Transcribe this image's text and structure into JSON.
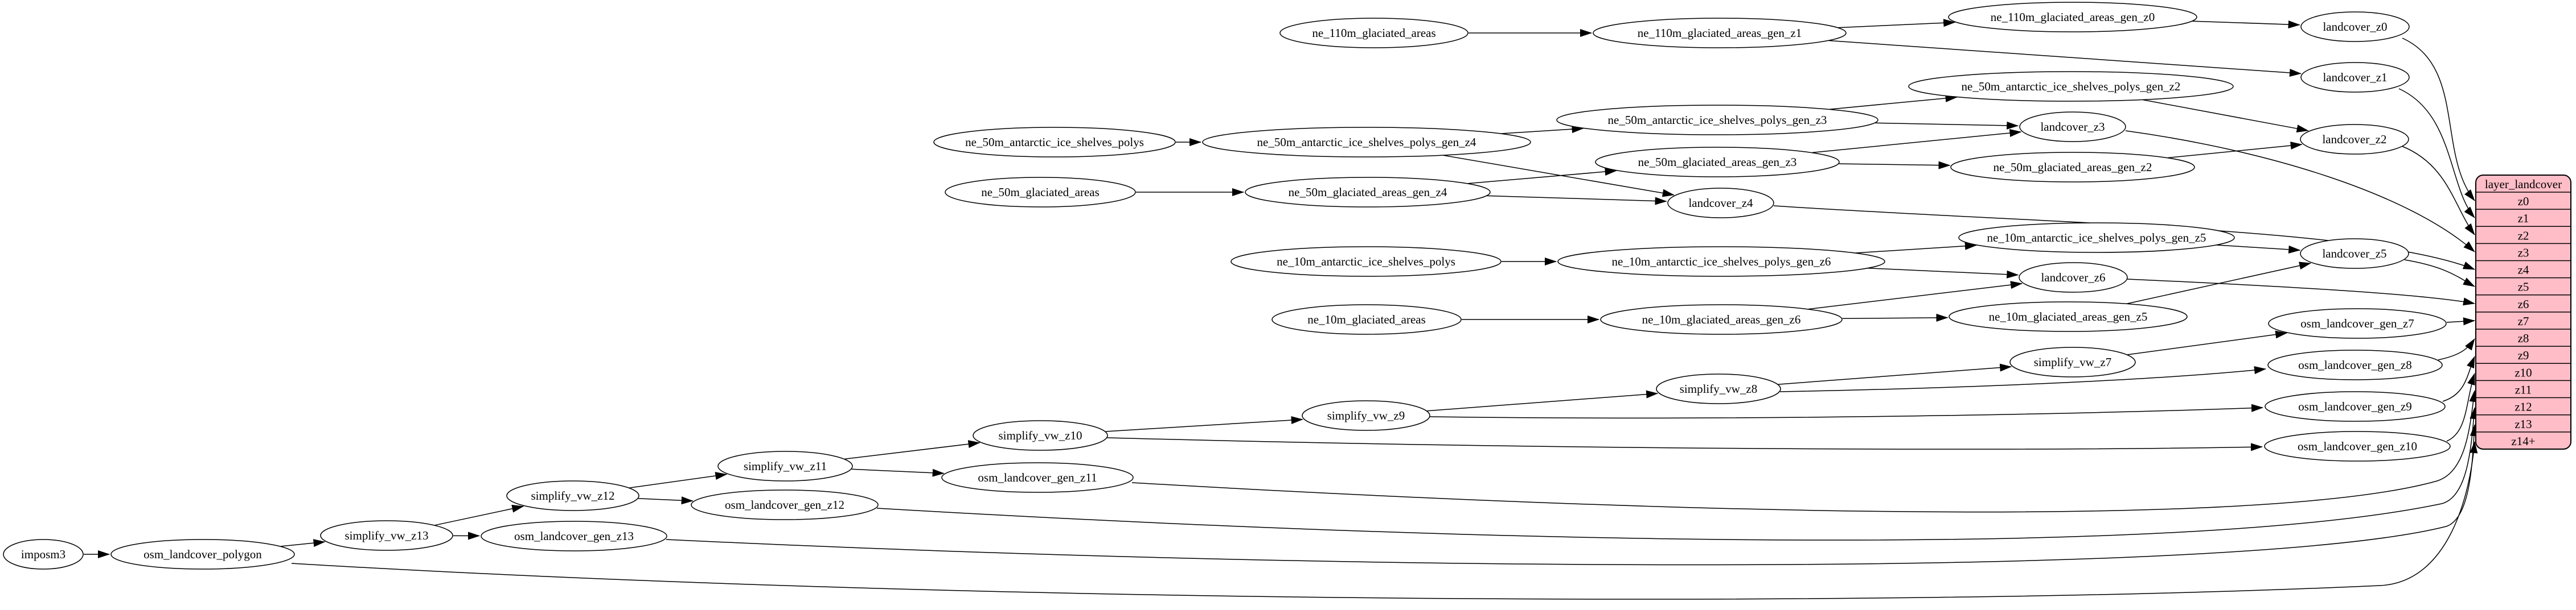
{
  "diagram": {
    "background_color": "#ffffff",
    "node_fill": "#ffffff",
    "node_stroke": "#000000",
    "edge_color": "#000000",
    "table_fill": "#ffbdc7"
  },
  "nodes": {
    "imposm3": "imposm3",
    "osm_landcover_polygon": "osm_landcover_polygon",
    "simplify_vw_z13": "simplify_vw_z13",
    "osm_landcover_gen_z13": "osm_landcover_gen_z13",
    "simplify_vw_z12": "simplify_vw_z12",
    "osm_landcover_gen_z12": "osm_landcover_gen_z12",
    "simplify_vw_z11": "simplify_vw_z11",
    "osm_landcover_gen_z11": "osm_landcover_gen_z11",
    "simplify_vw_z10": "simplify_vw_z10",
    "simplify_vw_z9": "simplify_vw_z9",
    "simplify_vw_z8": "simplify_vw_z8",
    "simplify_vw_z7": "simplify_vw_z7",
    "osm_landcover_gen_z7": "osm_landcover_gen_z7",
    "osm_landcover_gen_z8": "osm_landcover_gen_z8",
    "osm_landcover_gen_z9": "osm_landcover_gen_z9",
    "osm_landcover_gen_z10": "osm_landcover_gen_z10",
    "ne_110m_glaciated_areas": "ne_110m_glaciated_areas",
    "ne_110m_glaciated_areas_gen_z1": "ne_110m_glaciated_areas_gen_z1",
    "ne_110m_glaciated_areas_gen_z0": "ne_110m_glaciated_areas_gen_z0",
    "landcover_z0": "landcover_z0",
    "landcover_z1": "landcover_z1",
    "landcover_z2": "landcover_z2",
    "landcover_z3": "landcover_z3",
    "landcover_z4": "landcover_z4",
    "landcover_z5": "landcover_z5",
    "landcover_z6": "landcover_z6",
    "ne_50m_antarctic_ice_shelves_polys": "ne_50m_antarctic_ice_shelves_polys",
    "ne_50m_antarctic_ice_shelves_polys_gen_z4": "ne_50m_antarctic_ice_shelves_polys_gen_z4",
    "ne_50m_antarctic_ice_shelves_polys_gen_z3": "ne_50m_antarctic_ice_shelves_polys_gen_z3",
    "ne_50m_antarctic_ice_shelves_polys_gen_z2": "ne_50m_antarctic_ice_shelves_polys_gen_z2",
    "ne_50m_glaciated_areas": "ne_50m_glaciated_areas",
    "ne_50m_glaciated_areas_gen_z4": "ne_50m_glaciated_areas_gen_z4",
    "ne_50m_glaciated_areas_gen_z3": "ne_50m_glaciated_areas_gen_z3",
    "ne_50m_glaciated_areas_gen_z2": "ne_50m_glaciated_areas_gen_z2",
    "ne_10m_antarctic_ice_shelves_polys": "ne_10m_antarctic_ice_shelves_polys",
    "ne_10m_antarctic_ice_shelves_polys_gen_z6": "ne_10m_antarctic_ice_shelves_polys_gen_z6",
    "ne_10m_antarctic_ice_shelves_polys_gen_z5": "ne_10m_antarctic_ice_shelves_polys_gen_z5",
    "ne_10m_glaciated_areas": "ne_10m_glaciated_areas",
    "ne_10m_glaciated_areas_gen_z6": "ne_10m_glaciated_areas_gen_z6",
    "ne_10m_glaciated_areas_gen_z5": "ne_10m_glaciated_areas_gen_z5"
  },
  "table": {
    "title": "layer_landcover",
    "rows": [
      "z0",
      "z1",
      "z2",
      "z3",
      "z4",
      "z5",
      "z6",
      "z7",
      "z8",
      "z9",
      "z10",
      "z11",
      "z12",
      "z13",
      "z14+"
    ]
  },
  "edges": [
    [
      "imposm3",
      "osm_landcover_polygon"
    ],
    [
      "osm_landcover_polygon",
      "simplify_vw_z13"
    ],
    [
      "osm_landcover_polygon",
      "table:z14+"
    ],
    [
      "simplify_vw_z13",
      "simplify_vw_z12"
    ],
    [
      "simplify_vw_z13",
      "osm_landcover_gen_z13"
    ],
    [
      "osm_landcover_gen_z13",
      "table:z13"
    ],
    [
      "simplify_vw_z12",
      "simplify_vw_z11"
    ],
    [
      "simplify_vw_z12",
      "osm_landcover_gen_z12"
    ],
    [
      "osm_landcover_gen_z12",
      "table:z12"
    ],
    [
      "simplify_vw_z11",
      "simplify_vw_z10"
    ],
    [
      "simplify_vw_z11",
      "osm_landcover_gen_z11"
    ],
    [
      "osm_landcover_gen_z11",
      "table:z11"
    ],
    [
      "simplify_vw_z10",
      "simplify_vw_z9"
    ],
    [
      "simplify_vw_z10",
      "osm_landcover_gen_z10"
    ],
    [
      "osm_landcover_gen_z10",
      "table:z10"
    ],
    [
      "simplify_vw_z9",
      "simplify_vw_z8"
    ],
    [
      "simplify_vw_z9",
      "osm_landcover_gen_z9"
    ],
    [
      "osm_landcover_gen_z9",
      "table:z9"
    ],
    [
      "simplify_vw_z8",
      "simplify_vw_z7"
    ],
    [
      "simplify_vw_z8",
      "osm_landcover_gen_z8"
    ],
    [
      "osm_landcover_gen_z8",
      "table:z8"
    ],
    [
      "simplify_vw_z7",
      "osm_landcover_gen_z7"
    ],
    [
      "osm_landcover_gen_z7",
      "table:z7"
    ],
    [
      "ne_110m_glaciated_areas",
      "ne_110m_glaciated_areas_gen_z1"
    ],
    [
      "ne_110m_glaciated_areas_gen_z1",
      "ne_110m_glaciated_areas_gen_z0"
    ],
    [
      "ne_110m_glaciated_areas_gen_z1",
      "landcover_z1"
    ],
    [
      "ne_110m_glaciated_areas_gen_z0",
      "landcover_z0"
    ],
    [
      "landcover_z0",
      "table:z0"
    ],
    [
      "landcover_z1",
      "table:z1"
    ],
    [
      "ne_50m_antarctic_ice_shelves_polys",
      "ne_50m_antarctic_ice_shelves_polys_gen_z4"
    ],
    [
      "ne_50m_antarctic_ice_shelves_polys_gen_z4",
      "ne_50m_antarctic_ice_shelves_polys_gen_z3"
    ],
    [
      "ne_50m_antarctic_ice_shelves_polys_gen_z4",
      "landcover_z4"
    ],
    [
      "ne_50m_antarctic_ice_shelves_polys_gen_z3",
      "ne_50m_antarctic_ice_shelves_polys_gen_z2"
    ],
    [
      "ne_50m_antarctic_ice_shelves_polys_gen_z3",
      "landcover_z3"
    ],
    [
      "ne_50m_antarctic_ice_shelves_polys_gen_z2",
      "landcover_z2"
    ],
    [
      "ne_50m_glaciated_areas",
      "ne_50m_glaciated_areas_gen_z4"
    ],
    [
      "ne_50m_glaciated_areas_gen_z4",
      "ne_50m_glaciated_areas_gen_z3"
    ],
    [
      "ne_50m_glaciated_areas_gen_z4",
      "landcover_z4"
    ],
    [
      "ne_50m_glaciated_areas_gen_z3",
      "ne_50m_glaciated_areas_gen_z2"
    ],
    [
      "ne_50m_glaciated_areas_gen_z3",
      "landcover_z3"
    ],
    [
      "ne_50m_glaciated_areas_gen_z2",
      "landcover_z2"
    ],
    [
      "landcover_z2",
      "table:z2"
    ],
    [
      "landcover_z3",
      "table:z3"
    ],
    [
      "landcover_z4",
      "table:z4"
    ],
    [
      "ne_10m_antarctic_ice_shelves_polys",
      "ne_10m_antarctic_ice_shelves_polys_gen_z6"
    ],
    [
      "ne_10m_antarctic_ice_shelves_polys_gen_z6",
      "ne_10m_antarctic_ice_shelves_polys_gen_z5"
    ],
    [
      "ne_10m_antarctic_ice_shelves_polys_gen_z6",
      "landcover_z6"
    ],
    [
      "ne_10m_antarctic_ice_shelves_polys_gen_z5",
      "landcover_z5"
    ],
    [
      "ne_10m_glaciated_areas",
      "ne_10m_glaciated_areas_gen_z6"
    ],
    [
      "ne_10m_glaciated_areas_gen_z6",
      "ne_10m_glaciated_areas_gen_z5"
    ],
    [
      "ne_10m_glaciated_areas_gen_z6",
      "landcover_z6"
    ],
    [
      "ne_10m_glaciated_areas_gen_z5",
      "landcover_z5"
    ],
    [
      "landcover_z5",
      "table:z5"
    ],
    [
      "landcover_z6",
      "table:z6"
    ]
  ]
}
